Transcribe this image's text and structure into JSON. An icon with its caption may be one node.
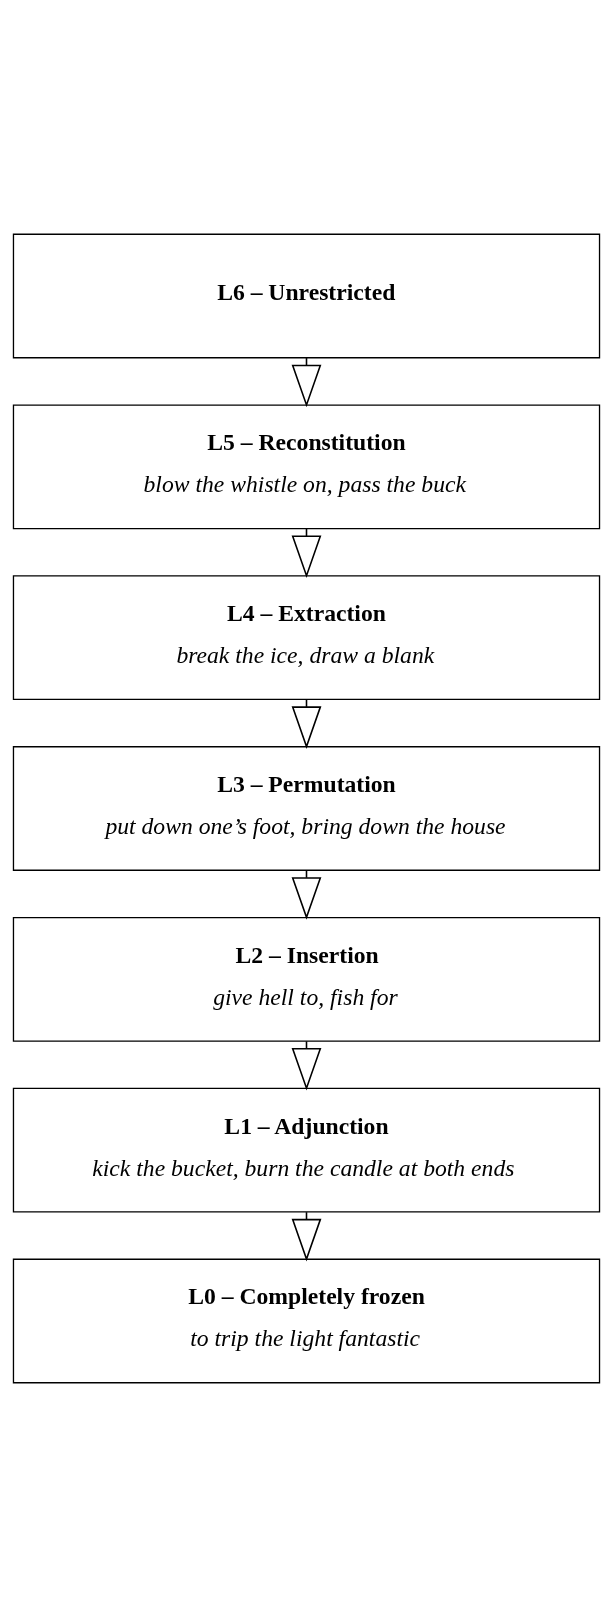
{
  "diagram": {
    "nodes": [
      {
        "text": [
          "L6 – Unrestricted"
        ]
      },
      {
        "text": [
          "L5 – Reconstitution",
          "blow the whistle on, pass the buck"
        ]
      },
      {
        "text": [
          "L4 – Extraction",
          "break the ice, draw a blank"
        ]
      },
      {
        "text": [
          "L3 – Permutation",
          "put down one’s foot, bring down the house"
        ]
      },
      {
        "text": [
          "L2 – Insertion",
          "give hell to, fish for"
        ]
      },
      {
        "text": [
          "L1 – Adjunction",
          "kick the bucket, burn the candle at both ends"
        ]
      },
      {
        "text": [
          "L0 – Completely frozen",
          "to trip the light fantastic"
        ]
      }
    ],
    "edges": [
      {
        "from": 0,
        "to": 1,
        "arrow": "to"
      },
      {
        "from": 1,
        "to": 2,
        "arrow": "to"
      },
      {
        "from": 2,
        "to": 3,
        "arrow": "to"
      },
      {
        "from": 3,
        "to": 4,
        "arrow": "to"
      },
      {
        "from": 4,
        "to": 5,
        "arrow": "to"
      },
      {
        "from": 5,
        "to": 6,
        "arrow": "to"
      }
    ]
  }
}
